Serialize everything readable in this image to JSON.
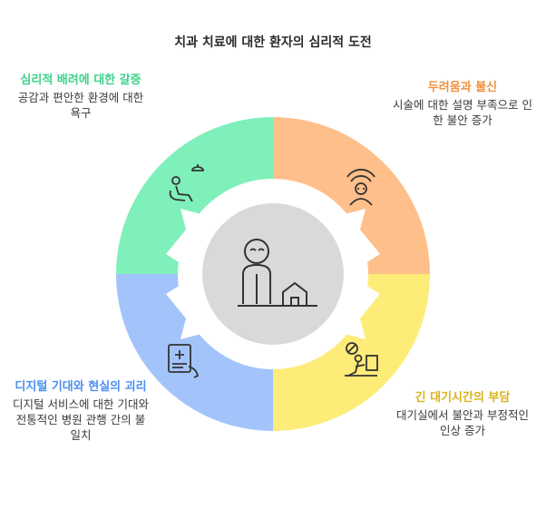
{
  "title": "치과 치료에 대한 환자의 심리적 도전",
  "colors": {
    "green": "#7ff0ba",
    "orange": "#ffbf8a",
    "yellow": "#fdec78",
    "blue": "#a3c4fb",
    "center": "#d9d9d9",
    "ring": "#ffffff",
    "outline": "#333333"
  },
  "segments": {
    "top_left": {
      "heading": "심리적 배려에 대한 갈증",
      "body": "공감과 편안한 환경에 대한 욕구",
      "icon": "reclining-person-icon"
    },
    "top_right": {
      "heading": "두려움과 불신",
      "body": "시술에 대한 설명 부족으로 인한 불안 증가",
      "icon": "worried-person-icon"
    },
    "bottom_left": {
      "heading": "디지털 기대와 현실의 괴리",
      "body": "디지털 서비스에 대한 기대와 전통적인 병원 관행 간의 불일치",
      "icon": "digital-device-icon"
    },
    "bottom_right": {
      "heading": "긴 대기시간의 부담",
      "body": "대기실에서 불안과 부정적인 인상 증가",
      "icon": "waiting-person-icon"
    }
  },
  "center_icon": "patient-and-house-icon"
}
